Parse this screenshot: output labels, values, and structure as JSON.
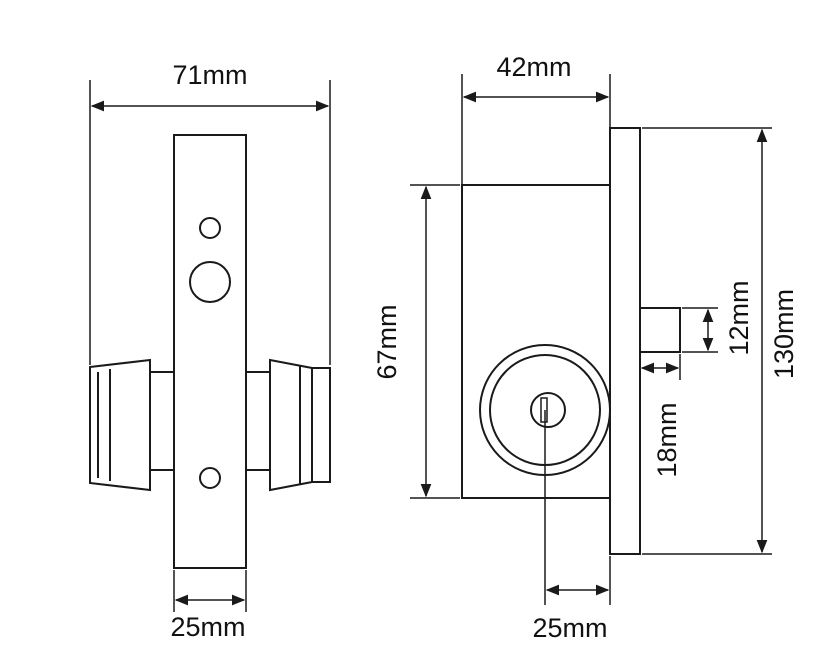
{
  "diagram": {
    "front_view": {
      "width_label": "71mm",
      "plate_width_label": "25mm"
    },
    "side_view": {
      "depth_label": "42mm",
      "body_height_label": "67mm",
      "plate_height_label": "130mm",
      "bolt_height_label": "12mm",
      "bolt_offset_label": "18mm",
      "cylinder_offset_label": "25mm"
    },
    "colors": {
      "line": "#1a1a1a",
      "background": "#ffffff"
    }
  }
}
